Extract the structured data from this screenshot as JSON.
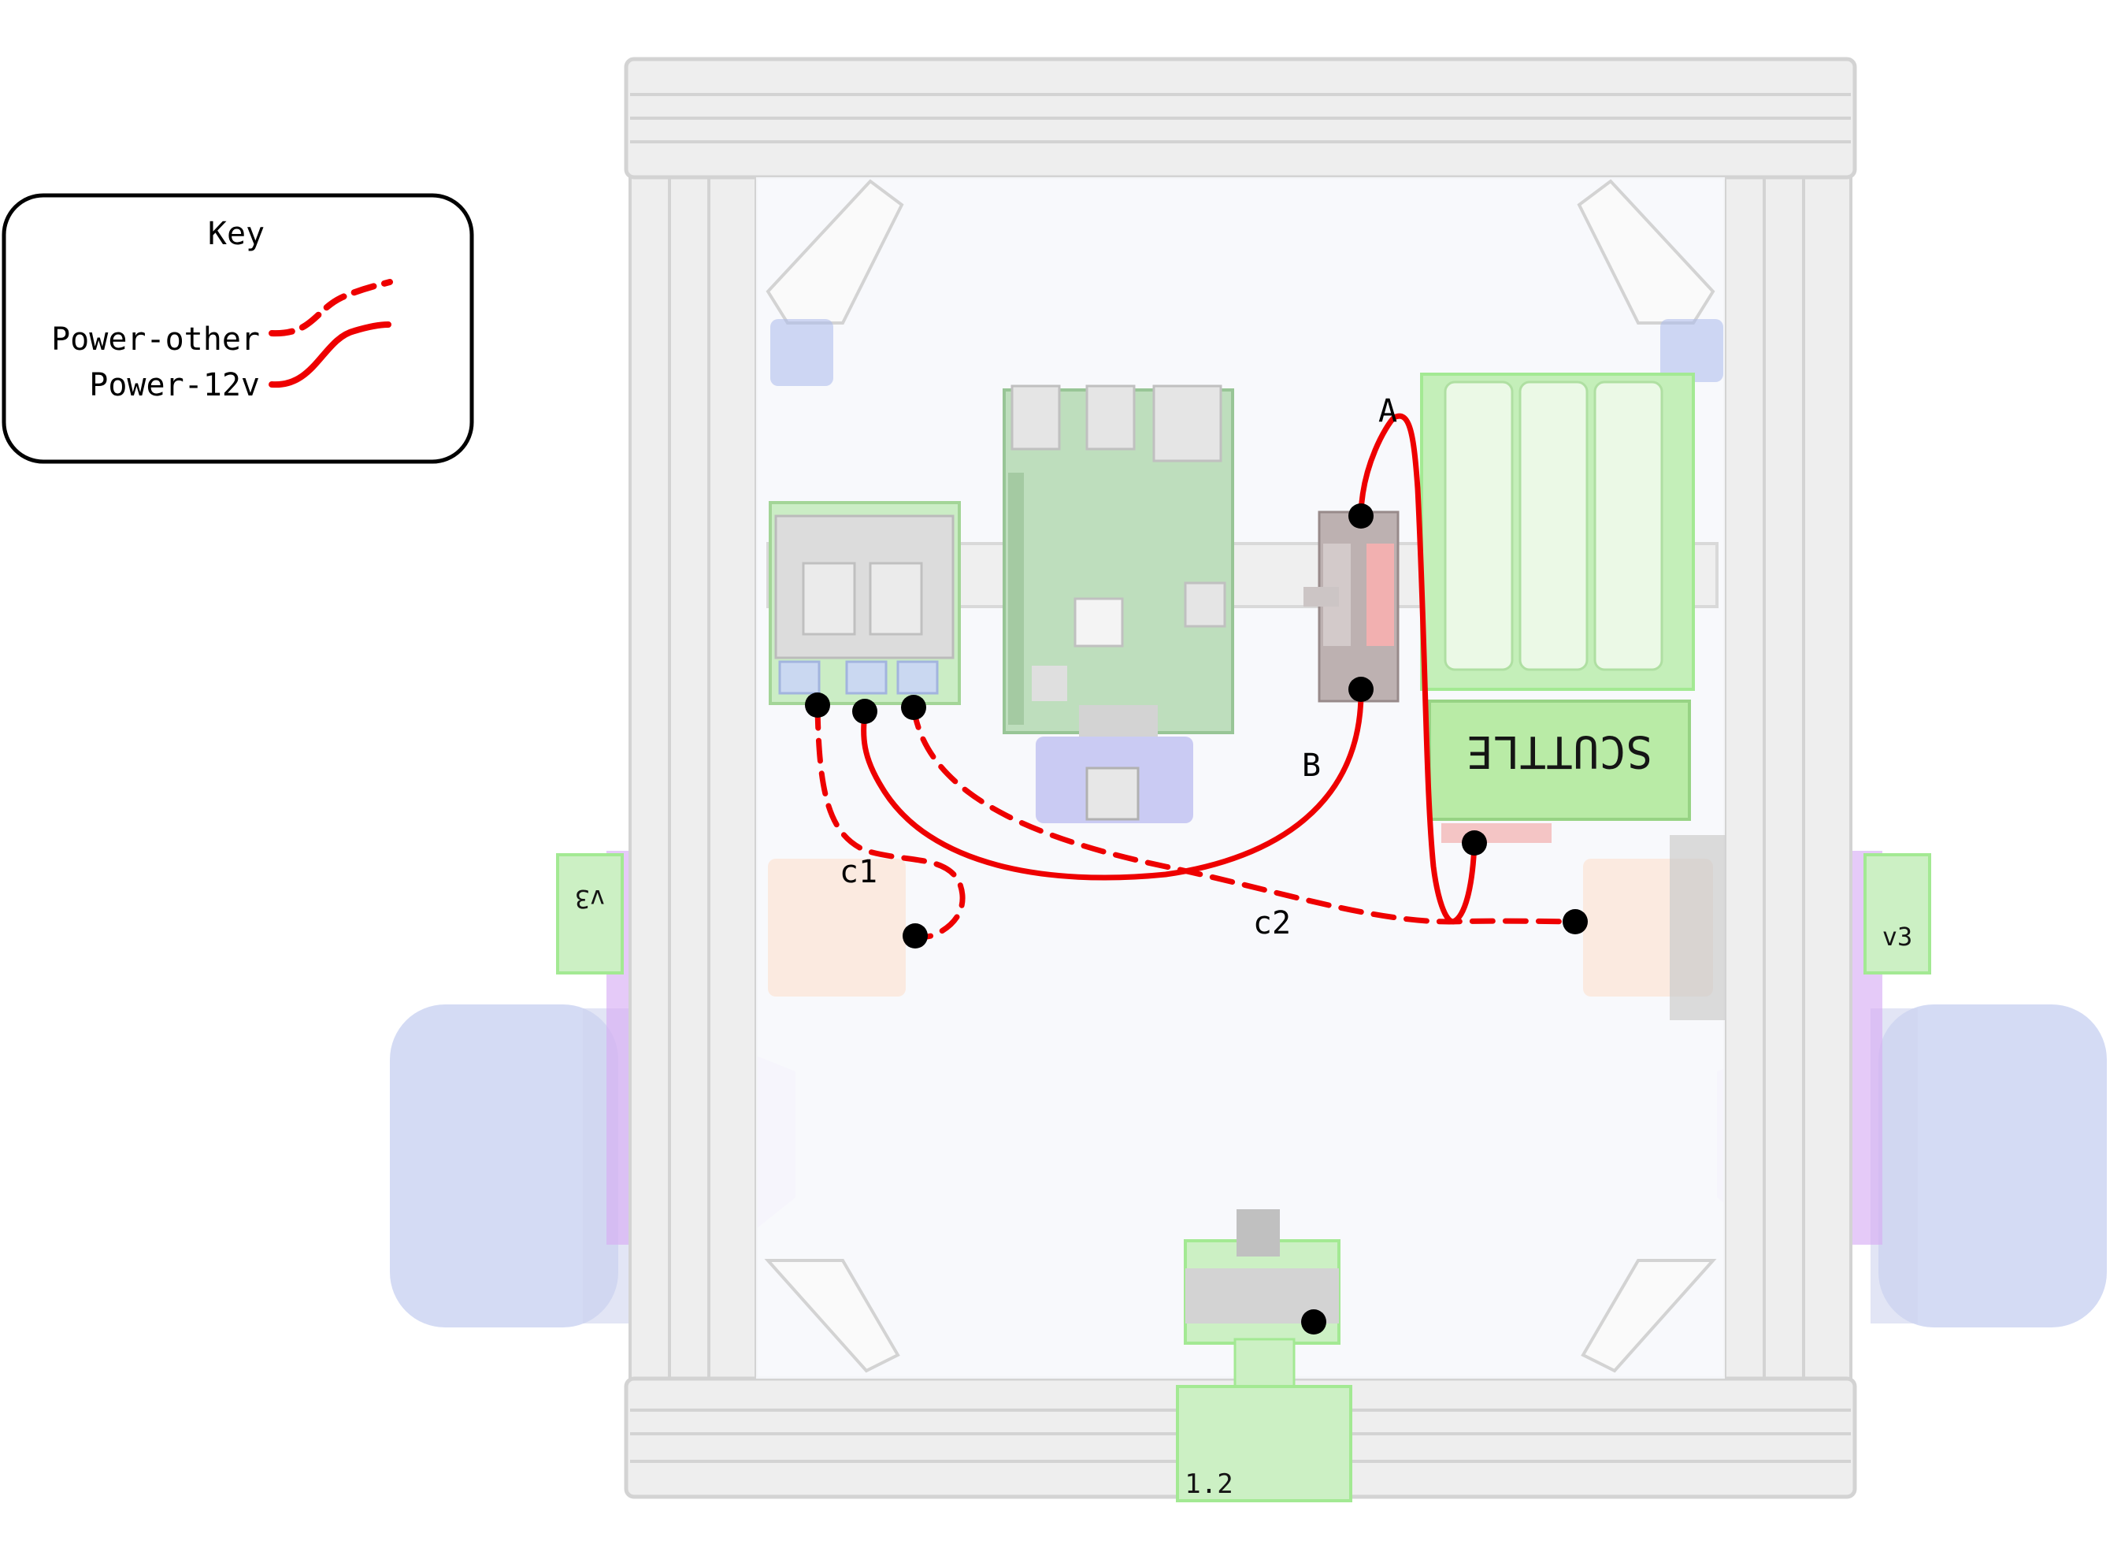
{
  "key": {
    "title": "Key",
    "entries": [
      {
        "label": "Power-other",
        "style": "dashed"
      },
      {
        "label": "Power-12v",
        "style": "solid"
      }
    ]
  },
  "wire_labels": {
    "a": "A",
    "b": "B",
    "c1": "c1",
    "c2": "c2"
  },
  "chassis_labels": {
    "scuttle": "SCUTTLE",
    "v3_left": "v3",
    "v3_right": "v3",
    "version": "1.2"
  },
  "colors": {
    "wire": "#ee0000",
    "terminal": "#000000",
    "frame": "#d6d6d6",
    "green_part": "#9be88a",
    "purple_part": "#d4a6f2",
    "wheel": "#a9b8ea",
    "motor_body": "#fbe3d4",
    "board": "#b9dbb8",
    "terminal_block": "#b8aaaa"
  }
}
